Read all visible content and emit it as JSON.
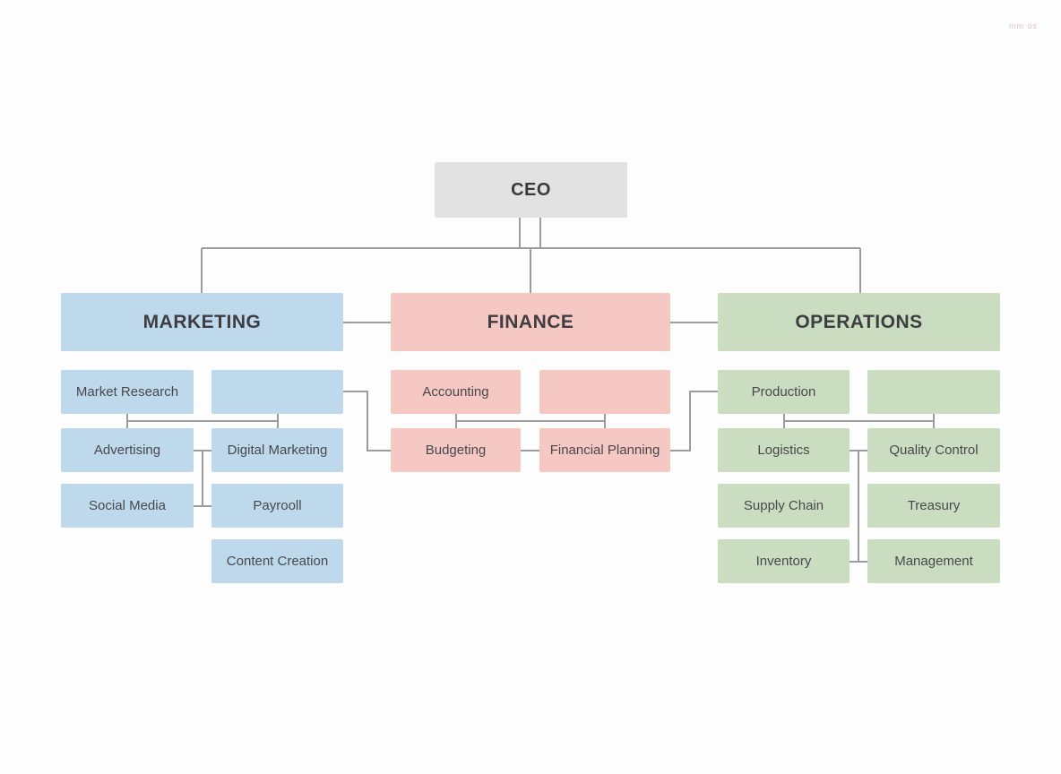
{
  "watermark": "mm os",
  "colors": {
    "ceo_fill": "#e2e2e2",
    "marketing_fill": "#bfd9ec",
    "finance_fill": "#f5c8c3",
    "operations_fill": "#cbddc1",
    "connector": "#9c9c9c",
    "background": "#fdfdfe"
  },
  "nodes": {
    "ceo": "CEO",
    "marketing": "MARKETING",
    "finance": "FINANCE",
    "operations": "OPERATIONS",
    "market_research": "Market Research",
    "advertising": "Advertising",
    "digital_marketing": "Digital Marketing",
    "social_media": "Social Media",
    "payrooll": "Payrooll",
    "content_creation": "Content Creation",
    "accounting": "Accounting",
    "budgeting": "Budgeting",
    "financial_planning": "Financial Planning",
    "production": "Production",
    "logistics": "Logistics",
    "quality_control": "Quality Control",
    "supply_chain": "Supply Chain",
    "treasury": "Treasury",
    "inventory": "Inventory",
    "management": "Management"
  },
  "structure": {
    "root": "CEO",
    "departments": [
      {
        "name": "MARKETING",
        "children": [
          "Market Research",
          "Advertising",
          "Digital Marketing",
          "Social Media",
          "Payrooll",
          "Content Creation"
        ]
      },
      {
        "name": "FINANCE",
        "children": [
          "Accounting",
          "Budgeting",
          "Financial Planning"
        ]
      },
      {
        "name": "OPERATIONS",
        "children": [
          "Production",
          "Logistics",
          "Quality Control",
          "Supply Chain",
          "Treasury",
          "Inventory",
          "Management"
        ]
      }
    ]
  }
}
